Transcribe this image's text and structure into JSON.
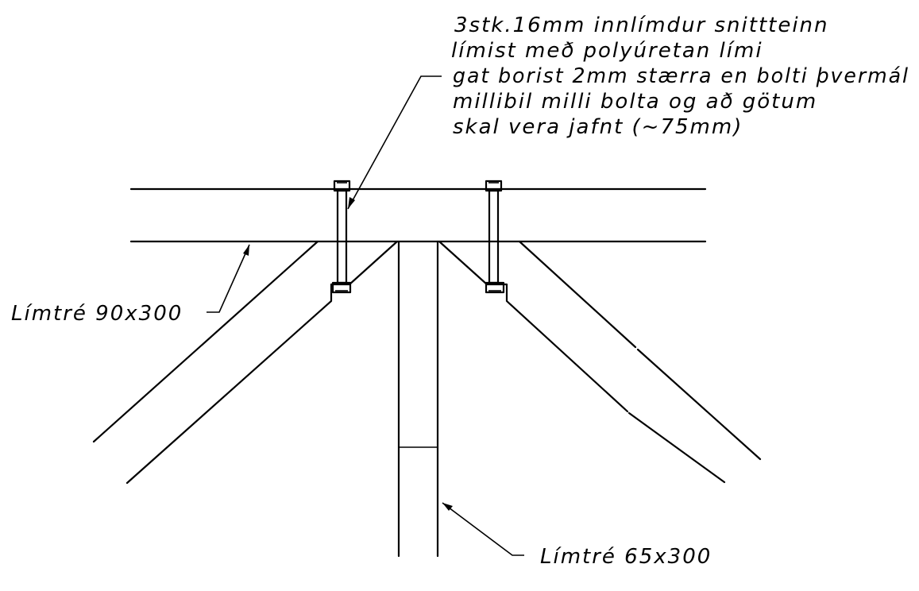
{
  "drawing": {
    "bolt_note": [
      "3stk.16mm innlímdur snittteinn",
      "límist með polyúretan lími",
      "gat borist 2mm stærra en bolti þvermál",
      "millibil milli bolta og að götum",
      "skal vera jafnt (~75mm)"
    ],
    "beam_label": "Límtré 90x300",
    "post_label": "Límtré 65x300"
  }
}
